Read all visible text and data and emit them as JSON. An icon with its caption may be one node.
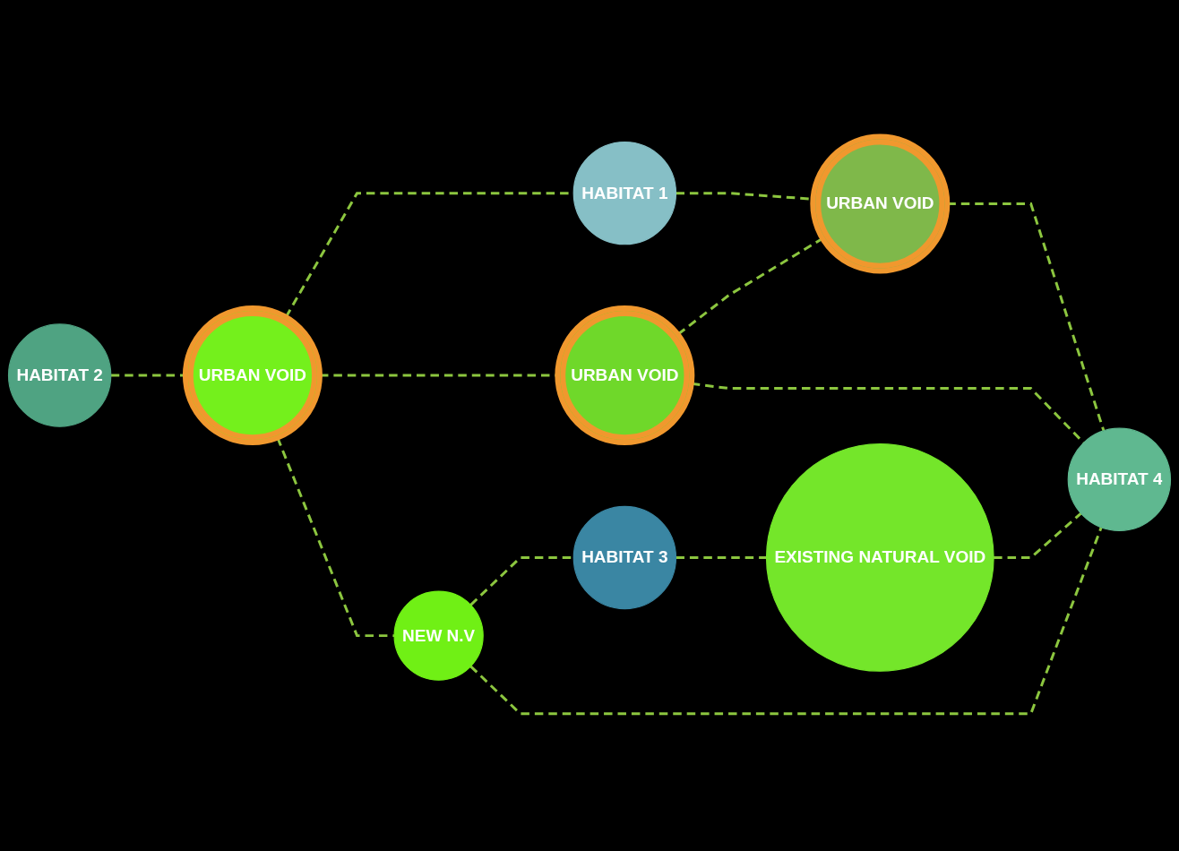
{
  "diagram": {
    "nodes": [
      {
        "text": [
          "HABITAT 2"
        ]
      },
      {
        "text": [
          "HABITAT 1"
        ]
      },
      {
        "text": [
          "URBAN VOID"
        ]
      },
      {
        "text": [
          "URBAN VOID"
        ]
      },
      {
        "text": [
          "URBAN VOID"
        ]
      },
      {
        "text": [
          "NEW N.V"
        ]
      },
      {
        "text": [
          "HABITAT 3"
        ]
      },
      {
        "text": [
          "EXISTING NATURAL VOID"
        ]
      },
      {
        "text": [
          "HABITAT 4"
        ]
      }
    ],
    "edges": [
      {
        "from": 0,
        "to": 2,
        "arrow": "none",
        "style": "dashed"
      },
      {
        "from": 2,
        "to": 1,
        "arrow": "none",
        "style": "dashed"
      },
      {
        "from": 1,
        "to": 4,
        "arrow": "none",
        "style": "dashed"
      },
      {
        "from": 2,
        "to": 3,
        "arrow": "none",
        "style": "dashed"
      },
      {
        "from": 3,
        "to": 4,
        "arrow": "none",
        "style": "dashed"
      },
      {
        "from": 2,
        "to": 5,
        "arrow": "none",
        "style": "dashed"
      },
      {
        "from": 5,
        "to": 6,
        "arrow": "none",
        "style": "dashed"
      },
      {
        "from": 5,
        "to": 8,
        "arrow": "none",
        "style": "dashed"
      },
      {
        "from": 3,
        "to": 8,
        "arrow": "none",
        "style": "dashed"
      },
      {
        "from": 4,
        "to": 8,
        "arrow": "none",
        "style": "dashed"
      },
      {
        "from": 6,
        "to": 7,
        "arrow": "none",
        "style": "dashed"
      },
      {
        "from": 7,
        "to": 8,
        "arrow": "none",
        "style": "dashed"
      }
    ]
  }
}
